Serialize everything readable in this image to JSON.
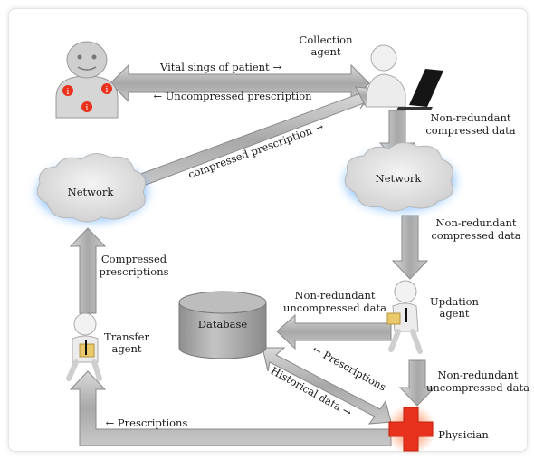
{
  "nodes": {
    "collection_agent": "Collection\nagent",
    "network_left": "Network",
    "network_right": "Network",
    "database": "Database",
    "updation_agent": "Updation\nagent",
    "transfer_agent": "Transfer\nagent",
    "physician": "Physician"
  },
  "edges": {
    "vital_signs": "Vital sings of patient →",
    "uncompressed_prescription": "← Uncompressed prescription",
    "compressed_prescription": "compressed prescription →",
    "nonred_compressed_1": "Non-redundant\ncompressed data",
    "nonred_compressed_2": "Non-redundant\ncompressed data",
    "nonred_uncompressed_db": "Non-redundant\nuncompressed data",
    "nonred_uncompressed_phys": "Non-redundant\nuncompressed data",
    "compressed_prescriptions": "Compressed\nprescriptions",
    "prescriptions_diag": "← Prescriptions",
    "historical_data": "Historical data →",
    "prescriptions_bottom": "← Prescriptions"
  },
  "colors": {
    "arrow_fill": "#b9b9b9",
    "arrow_stroke": "#8a8a8a",
    "cloud_glow": "#5aa8ff",
    "cross": "#e8321e",
    "database": "#a9a9a9"
  }
}
